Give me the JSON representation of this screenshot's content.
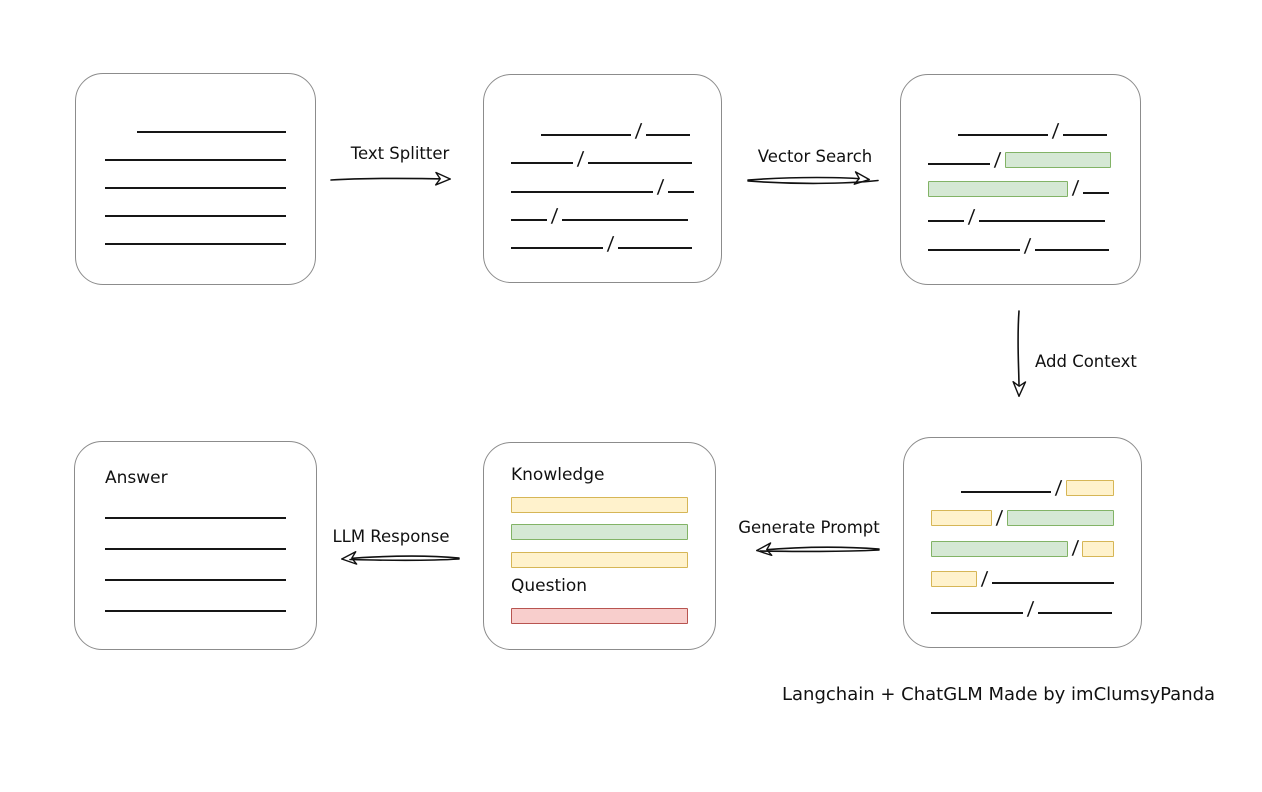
{
  "diagram": {
    "caption": "Langchain + ChatGLM Made by imClumsyPanda",
    "arrows": {
      "text_splitter": "Text Splitter",
      "vector_search": "Vector Search",
      "add_context": "Add Context",
      "generate_prompt": "Generate Prompt",
      "llm_response": "LLM Response"
    },
    "colors": {
      "line": "#161616",
      "box_border": "#8c8c8c",
      "green_fill": "#d5e8d4",
      "green_border": "#82b366",
      "yellow_fill": "#fff2cc",
      "yellow_border": "#d6b656",
      "red_fill": "#f8cecc",
      "red_border": "#b85450"
    },
    "boxes": {
      "document": {
        "rows": [
          [
            {
              "t": "gap",
              "w": 32
            },
            {
              "t": "line",
              "w": 150
            }
          ],
          [
            {
              "t": "line",
              "w": 182
            }
          ],
          [
            {
              "t": "line",
              "w": 182
            }
          ],
          [
            {
              "t": "line",
              "w": 182
            }
          ],
          [
            {
              "t": "line",
              "w": 182
            }
          ]
        ]
      },
      "chunks": {
        "rows": [
          [
            {
              "t": "gap",
              "w": 30
            },
            {
              "t": "line",
              "w": 90
            },
            {
              "t": "slash"
            },
            {
              "t": "line",
              "w": 44
            }
          ],
          [
            {
              "t": "line",
              "w": 62
            },
            {
              "t": "slash"
            },
            {
              "t": "line",
              "w": 104
            }
          ],
          [
            {
              "t": "line",
              "w": 142
            },
            {
              "t": "slash"
            },
            {
              "t": "line",
              "w": 26
            }
          ],
          [
            {
              "t": "line",
              "w": 36
            },
            {
              "t": "slash"
            },
            {
              "t": "line",
              "w": 126
            }
          ],
          [
            {
              "t": "line",
              "w": 92
            },
            {
              "t": "slash"
            },
            {
              "t": "line",
              "w": 74
            }
          ]
        ]
      },
      "retrieved": {
        "rows": [
          [
            {
              "t": "gap",
              "w": 30
            },
            {
              "t": "line",
              "w": 90
            },
            {
              "t": "slash"
            },
            {
              "t": "line",
              "w": 44
            }
          ],
          [
            {
              "t": "line",
              "w": 62
            },
            {
              "t": "slash"
            },
            {
              "t": "chip",
              "c": "green",
              "w": 106
            }
          ],
          [
            {
              "t": "chip",
              "c": "green",
              "w": 140
            },
            {
              "t": "slash"
            },
            {
              "t": "line",
              "w": 26
            }
          ],
          [
            {
              "t": "line",
              "w": 36
            },
            {
              "t": "slash"
            },
            {
              "t": "line",
              "w": 126
            }
          ],
          [
            {
              "t": "line",
              "w": 92
            },
            {
              "t": "slash"
            },
            {
              "t": "line",
              "w": 74
            }
          ]
        ]
      },
      "context": {
        "rows": [
          [
            {
              "t": "gap",
              "w": 30
            },
            {
              "t": "line",
              "w": 90
            },
            {
              "t": "slash"
            },
            {
              "t": "chip",
              "c": "yellow",
              "w": 48
            }
          ],
          [
            {
              "t": "chip",
              "c": "yellow",
              "w": 62
            },
            {
              "t": "slash"
            },
            {
              "t": "chip",
              "c": "green",
              "w": 108
            }
          ],
          [
            {
              "t": "chip",
              "c": "green",
              "w": 138
            },
            {
              "t": "slash"
            },
            {
              "t": "chip",
              "c": "yellow",
              "w": 32
            }
          ],
          [
            {
              "t": "chip",
              "c": "yellow",
              "w": 46
            },
            {
              "t": "slash"
            },
            {
              "t": "line",
              "w": 122
            }
          ],
          [
            {
              "t": "line",
              "w": 92
            },
            {
              "t": "slash"
            },
            {
              "t": "line",
              "w": 74
            }
          ]
        ]
      },
      "prompt": {
        "rows": [
          [
            {
              "t": "label",
              "text": "Knowledge"
            }
          ],
          [
            {
              "t": "chip",
              "c": "yellow",
              "w": 184
            }
          ],
          [
            {
              "t": "chip",
              "c": "green",
              "w": 184
            }
          ],
          [
            {
              "t": "chip",
              "c": "yellow",
              "w": 184
            }
          ],
          [
            {
              "t": "label",
              "text": "Question"
            }
          ],
          [
            {
              "t": "chip",
              "c": "red",
              "w": 184
            }
          ]
        ]
      },
      "answer": {
        "rows": [
          [
            {
              "t": "label",
              "text": "Answer"
            }
          ],
          [
            {
              "t": "line",
              "w": 182
            }
          ],
          [
            {
              "t": "line",
              "w": 182
            }
          ],
          [
            {
              "t": "line",
              "w": 182
            }
          ],
          [
            {
              "t": "line",
              "w": 182
            }
          ]
        ]
      }
    }
  }
}
